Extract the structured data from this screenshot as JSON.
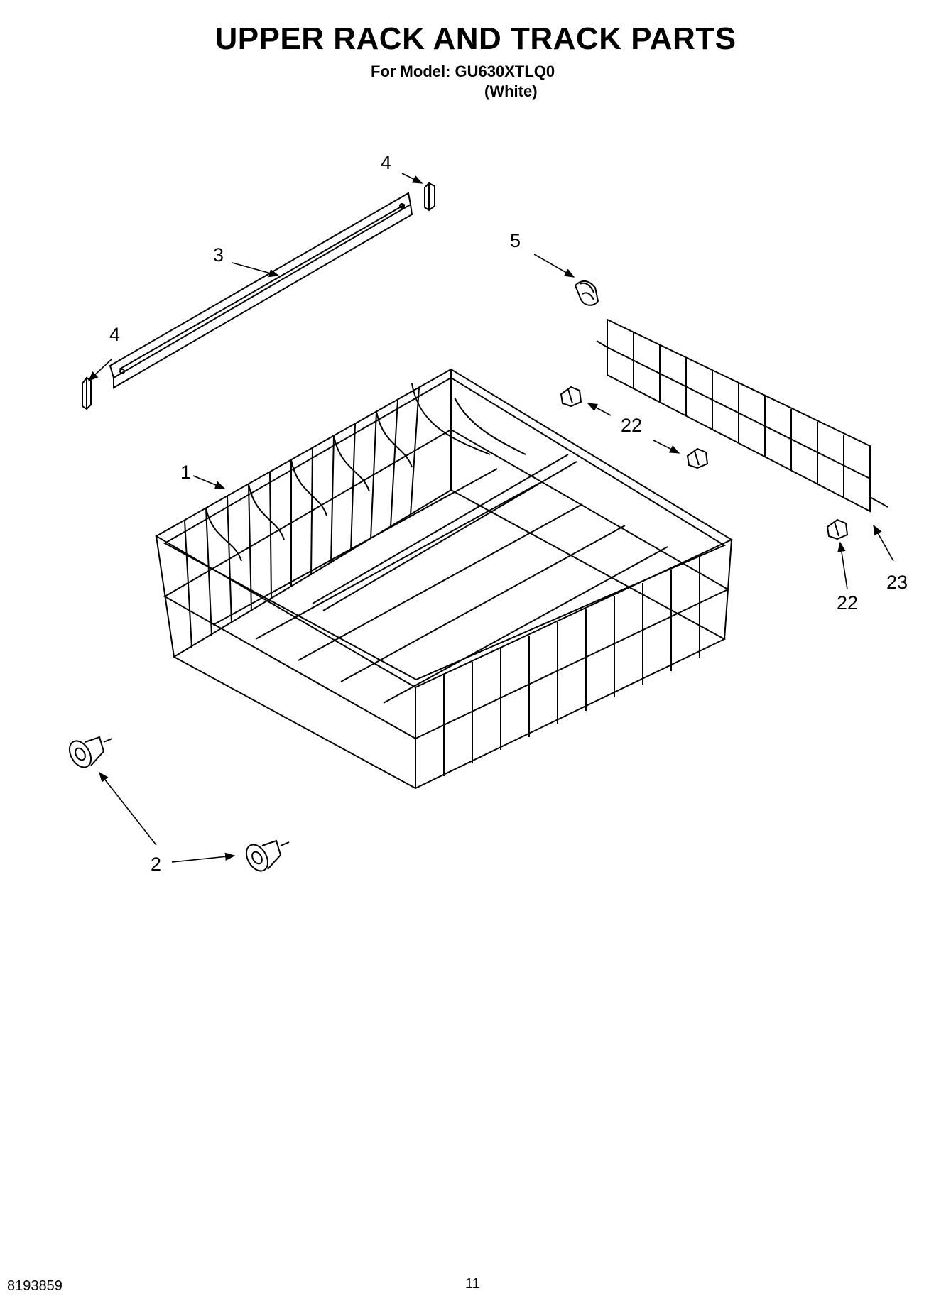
{
  "header": {
    "title": "UPPER RACK AND TRACK PARTS",
    "model_line": "For Model: GU630XTLQ0",
    "color_line": "(White)"
  },
  "callouts": {
    "c4_top": "4",
    "c3": "3",
    "c4_left": "4",
    "c5": "5",
    "c22_mid": "22",
    "c1": "1",
    "c22_right": "22",
    "c23": "23",
    "c2": "2"
  },
  "footer": {
    "doc_number": "8193859",
    "page_number": "11"
  }
}
